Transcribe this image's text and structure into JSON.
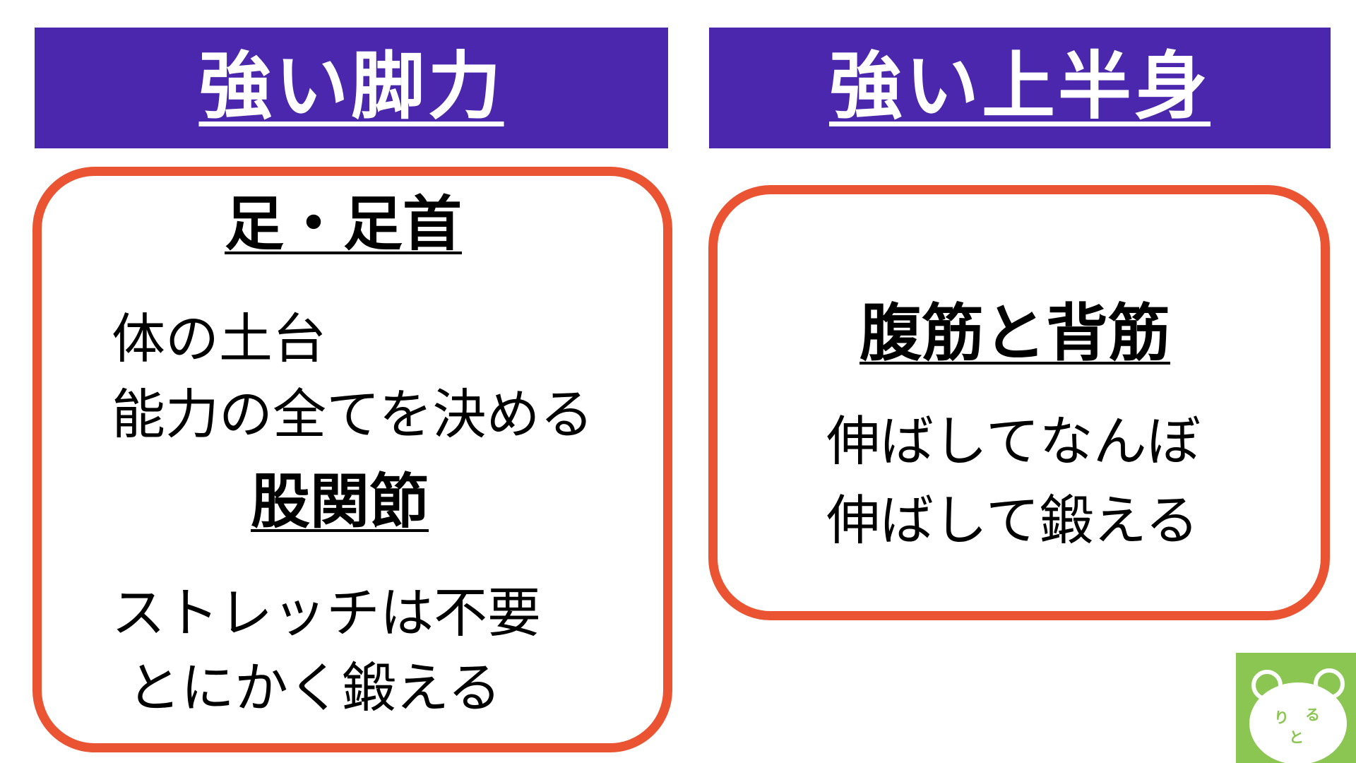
{
  "colors": {
    "banner_bg": "#4a27ad",
    "box_border": "#ea5432",
    "logo_bg": "#8cc652"
  },
  "left_panel": {
    "title": "強い脚力",
    "section1_heading": "足・足首",
    "section1_lines": [
      "体の土台",
      "能力の全てを決める"
    ],
    "section2_heading": "股関節",
    "section2_lines": [
      "ストレッチは不要",
      "とにかく鍛える"
    ]
  },
  "right_panel": {
    "title": "強い上半身",
    "heading": "腹筋と背筋",
    "lines": [
      "伸ばしてなんぼ",
      "伸ばして鍛える"
    ]
  },
  "logo": {
    "icon": "bear-face-icon",
    "chars": [
      "り",
      "る",
      "と"
    ]
  }
}
